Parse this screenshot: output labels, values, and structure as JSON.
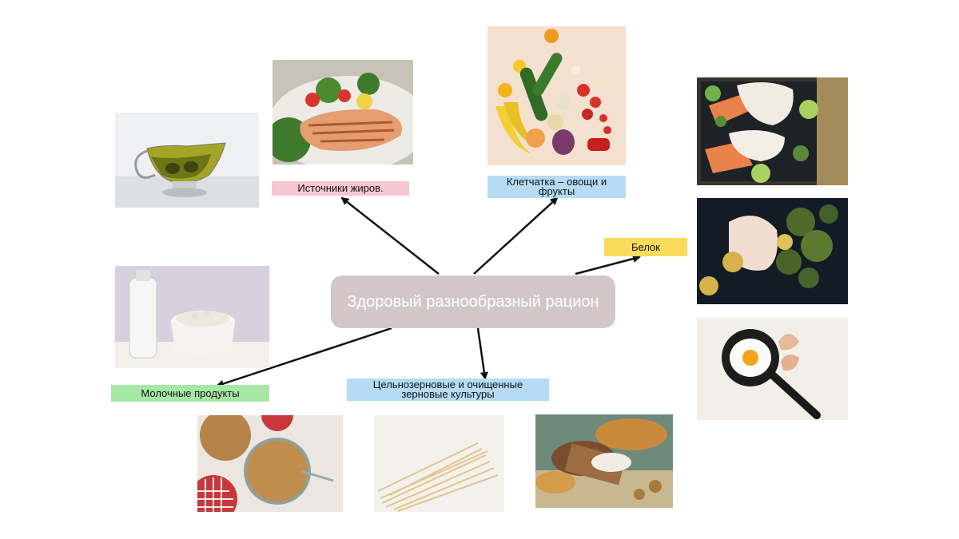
{
  "center": {
    "text": "Здоровый разнообразный рацион"
  },
  "categories": {
    "fats": {
      "label": "Источники жиров.",
      "color": "#f7c7cf"
    },
    "fiber": {
      "label": "Клетчатка – овощи и фрукты",
      "color": "#b5dbf5"
    },
    "protein": {
      "label": "Белок",
      "color": "#f9dc5c"
    },
    "dairy": {
      "label": "Молочные продукты",
      "color": "#a6e7a6"
    },
    "grains": {
      "label": "Цельнозерновые и очищенные зерновые культуры",
      "color": "#b5dbf5"
    }
  },
  "images": [
    {
      "name": "olive-oil-image",
      "subject": "olive oil in gravy boat"
    },
    {
      "name": "salmon-salad-image",
      "subject": "grilled salmon with salad"
    },
    {
      "name": "fruits-vegetables-image",
      "subject": "assorted fruits and vegetables"
    },
    {
      "name": "baked-fish-image",
      "subject": "baked fish with vegetables"
    },
    {
      "name": "chicken-broccoli-image",
      "subject": "chicken with broccoli and lemon"
    },
    {
      "name": "fried-egg-image",
      "subject": "fried egg in pan"
    },
    {
      "name": "milk-cottage-cheese-image",
      "subject": "milk bottle and cottage cheese"
    },
    {
      "name": "granola-jars-image",
      "subject": "granola in jars"
    },
    {
      "name": "spaghetti-image",
      "subject": "dry spaghetti"
    },
    {
      "name": "bread-grains-image",
      "subject": "bread, flour and grains"
    }
  ]
}
